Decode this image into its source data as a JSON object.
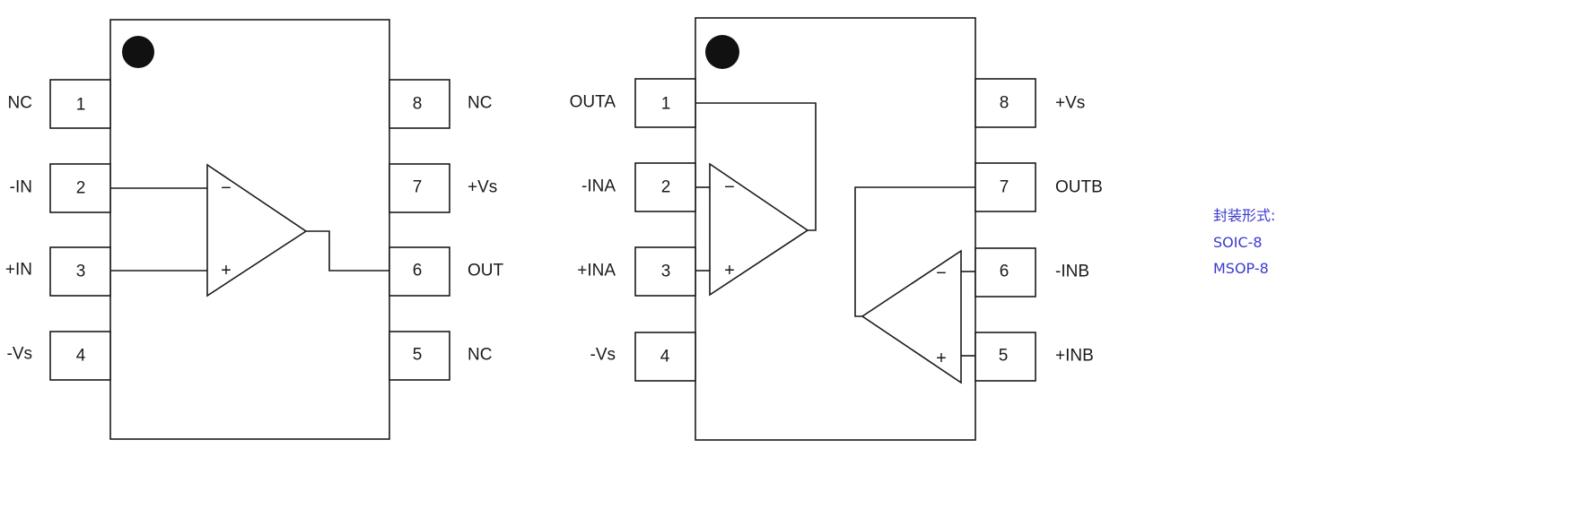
{
  "single_opamp": {
    "name": "single op-amp 8-pin package",
    "pins_left": [
      {
        "number": "1",
        "label": "NC"
      },
      {
        "number": "2",
        "label": "-IN"
      },
      {
        "number": "3",
        "label": "+IN"
      },
      {
        "number": "4",
        "label": "-Vs"
      }
    ],
    "pins_right": [
      {
        "number": "8",
        "label": "NC"
      },
      {
        "number": "7",
        "label": "+Vs"
      },
      {
        "number": "6",
        "label": "OUT"
      },
      {
        "number": "5",
        "label": "NC"
      }
    ],
    "amp_signs": {
      "inverting": "−",
      "noninverting": "+"
    }
  },
  "dual_opamp": {
    "name": "dual op-amp 8-pin package",
    "pins_left": [
      {
        "number": "1",
        "label": "OUTA"
      },
      {
        "number": "2",
        "label": "-INA"
      },
      {
        "number": "3",
        "label": "+INA"
      },
      {
        "number": "4",
        "label": "-Vs"
      }
    ],
    "pins_right": [
      {
        "number": "8",
        "label": "+Vs"
      },
      {
        "number": "7",
        "label": "OUTB"
      },
      {
        "number": "6",
        "label": "-INB"
      },
      {
        "number": "5",
        "label": "+INB"
      }
    ],
    "amp_a_signs": {
      "inverting": "−",
      "noninverting": "+"
    },
    "amp_b_signs": {
      "inverting": "−",
      "noninverting": "+"
    }
  },
  "package_info": {
    "title": "封装形式:",
    "packages": [
      "SOIC-8",
      "MSOP-8"
    ],
    "color": "#3a3ad0"
  }
}
